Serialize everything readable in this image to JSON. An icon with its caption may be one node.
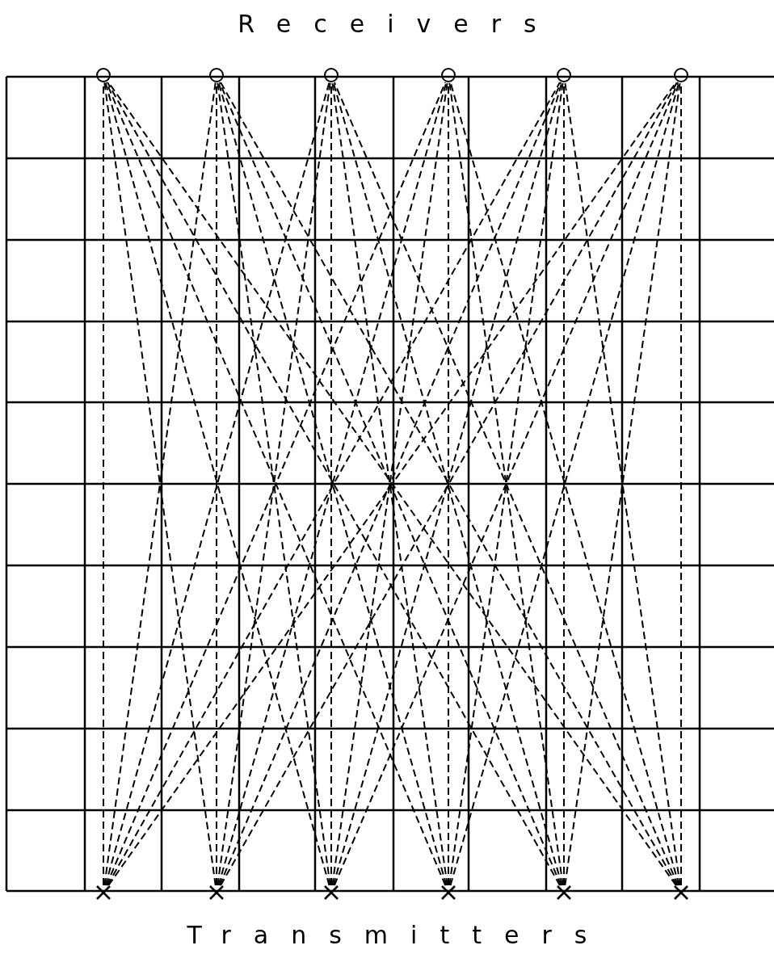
{
  "diagram": {
    "nodes": [
      {
        "text": [],
        "shape": "circle"
      },
      {
        "text": [],
        "shape": "circle"
      },
      {
        "text": [],
        "shape": "circle"
      },
      {
        "text": [],
        "shape": "circle"
      },
      {
        "text": [],
        "shape": "circle"
      },
      {
        "text": [],
        "shape": "circle"
      },
      {
        "text": [],
        "shape": "cross"
      },
      {
        "text": [],
        "shape": "cross"
      },
      {
        "text": [],
        "shape": "cross"
      },
      {
        "text": [],
        "shape": "cross"
      },
      {
        "text": [],
        "shape": "cross"
      },
      {
        "text": [],
        "shape": "cross"
      }
    ],
    "edges": [
      {
        "from": 6,
        "to": 0,
        "arrow": "none",
        "style": "dashed"
      },
      {
        "from": 6,
        "to": 1,
        "arrow": "none",
        "style": "dashed"
      },
      {
        "from": 6,
        "to": 2,
        "arrow": "none",
        "style": "dashed"
      },
      {
        "from": 6,
        "to": 3,
        "arrow": "none",
        "style": "dashed"
      },
      {
        "from": 6,
        "to": 4,
        "arrow": "none",
        "style": "dashed"
      },
      {
        "from": 6,
        "to": 5,
        "arrow": "none",
        "style": "dashed"
      },
      {
        "from": 7,
        "to": 0,
        "arrow": "none",
        "style": "dashed"
      },
      {
        "from": 7,
        "to": 1,
        "arrow": "none",
        "style": "dashed"
      },
      {
        "from": 7,
        "to": 2,
        "arrow": "none",
        "style": "dashed"
      },
      {
        "from": 7,
        "to": 3,
        "arrow": "none",
        "style": "dashed"
      },
      {
        "from": 7,
        "to": 4,
        "arrow": "none",
        "style": "dashed"
      },
      {
        "from": 7,
        "to": 5,
        "arrow": "none",
        "style": "dashed"
      },
      {
        "from": 8,
        "to": 0,
        "arrow": "none",
        "style": "dashed"
      },
      {
        "from": 8,
        "to": 1,
        "arrow": "none",
        "style": "dashed"
      },
      {
        "from": 8,
        "to": 2,
        "arrow": "none",
        "style": "dashed"
      },
      {
        "from": 8,
        "to": 3,
        "arrow": "none",
        "style": "dashed"
      },
      {
        "from": 8,
        "to": 4,
        "arrow": "none",
        "style": "dashed"
      },
      {
        "from": 8,
        "to": 5,
        "arrow": "none",
        "style": "dashed"
      },
      {
        "from": 9,
        "to": 0,
        "arrow": "none",
        "style": "dashed"
      },
      {
        "from": 9,
        "to": 1,
        "arrow": "none",
        "style": "dashed"
      },
      {
        "from": 9,
        "to": 2,
        "arrow": "none",
        "style": "dashed"
      },
      {
        "from": 9,
        "to": 3,
        "arrow": "none",
        "style": "dashed"
      },
      {
        "from": 9,
        "to": 4,
        "arrow": "none",
        "style": "dashed"
      },
      {
        "from": 9,
        "to": 5,
        "arrow": "none",
        "style": "dashed"
      },
      {
        "from": 10,
        "to": 0,
        "arrow": "none",
        "style": "dashed"
      },
      {
        "from": 10,
        "to": 1,
        "arrow": "none",
        "style": "dashed"
      },
      {
        "from": 10,
        "to": 2,
        "arrow": "none",
        "style": "dashed"
      },
      {
        "from": 10,
        "to": 3,
        "arrow": "none",
        "style": "dashed"
      },
      {
        "from": 10,
        "to": 4,
        "arrow": "none",
        "style": "dashed"
      },
      {
        "from": 10,
        "to": 5,
        "arrow": "none",
        "style": "dashed"
      },
      {
        "from": 11,
        "to": 0,
        "arrow": "none",
        "style": "dashed"
      },
      {
        "from": 11,
        "to": 1,
        "arrow": "none",
        "style": "dashed"
      },
      {
        "from": 11,
        "to": 2,
        "arrow": "none",
        "style": "dashed"
      },
      {
        "from": 11,
        "to": 3,
        "arrow": "none",
        "style": "dashed"
      },
      {
        "from": 11,
        "to": 4,
        "arrow": "none",
        "style": "dashed"
      },
      {
        "from": 11,
        "to": 5,
        "arrow": "none",
        "style": "dashed"
      }
    ],
    "labels": [
      "Receivers",
      "Transmitters"
    ]
  }
}
